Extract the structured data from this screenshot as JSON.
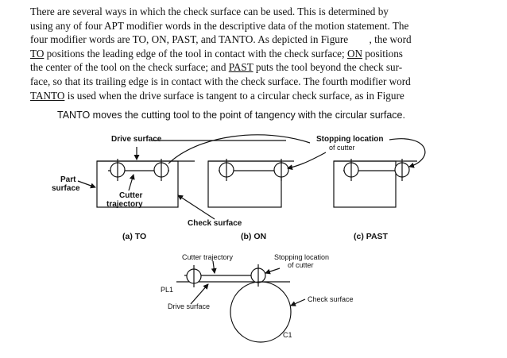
{
  "paragraph": {
    "l1": "There are several ways in which the check surface can be used. This is determined by",
    "l2": "using any of four APT modifier words in the descriptive data of the motion statement. The",
    "l3": "four modifier words are TO, ON, PAST, and TANTO. As depicted in Figure        , the word",
    "l4_w1": "TO",
    "l4_rest1": " positions the leading edge of the tool in contact with the check surface; ",
    "l4_w2": "ON",
    "l4_rest2": " positions",
    "l5_a": "the center of the tool on the check surface; and ",
    "l5_w": "PAST",
    "l5_b": " puts the tool beyond the check sur-",
    "l6": "face, so that its trailing edge is in contact with the check surface. The fourth modifier word",
    "l7_w": "TANTO",
    "l7_rest": " is used when the drive surface is tangent to a circular check surface, as in Figure"
  },
  "tanto_sentence": "TANTO moves the cutting tool to the point of tangency with the circular surface.",
  "figure_top": {
    "drive_surface": "Drive surface",
    "stopping_location": "Stopping location",
    "of_cutter": "of cutter",
    "part": "Part",
    "surface": "surface",
    "cutter": "Cutter",
    "trajectory": "trajectory",
    "check_surface": "Check surface",
    "cap_to": "(a) TO",
    "cap_on": "(b) ON",
    "cap_past": "(c) PAST"
  },
  "figure_bottom": {
    "cutter_trajectory": "Cutter trajectory",
    "stopping_location": "Stopping location",
    "of_cutter": "of cutter",
    "pl1": "PL1",
    "drive_surface": "Drive surface",
    "check_surface": "Check surface",
    "c1": "C1"
  }
}
